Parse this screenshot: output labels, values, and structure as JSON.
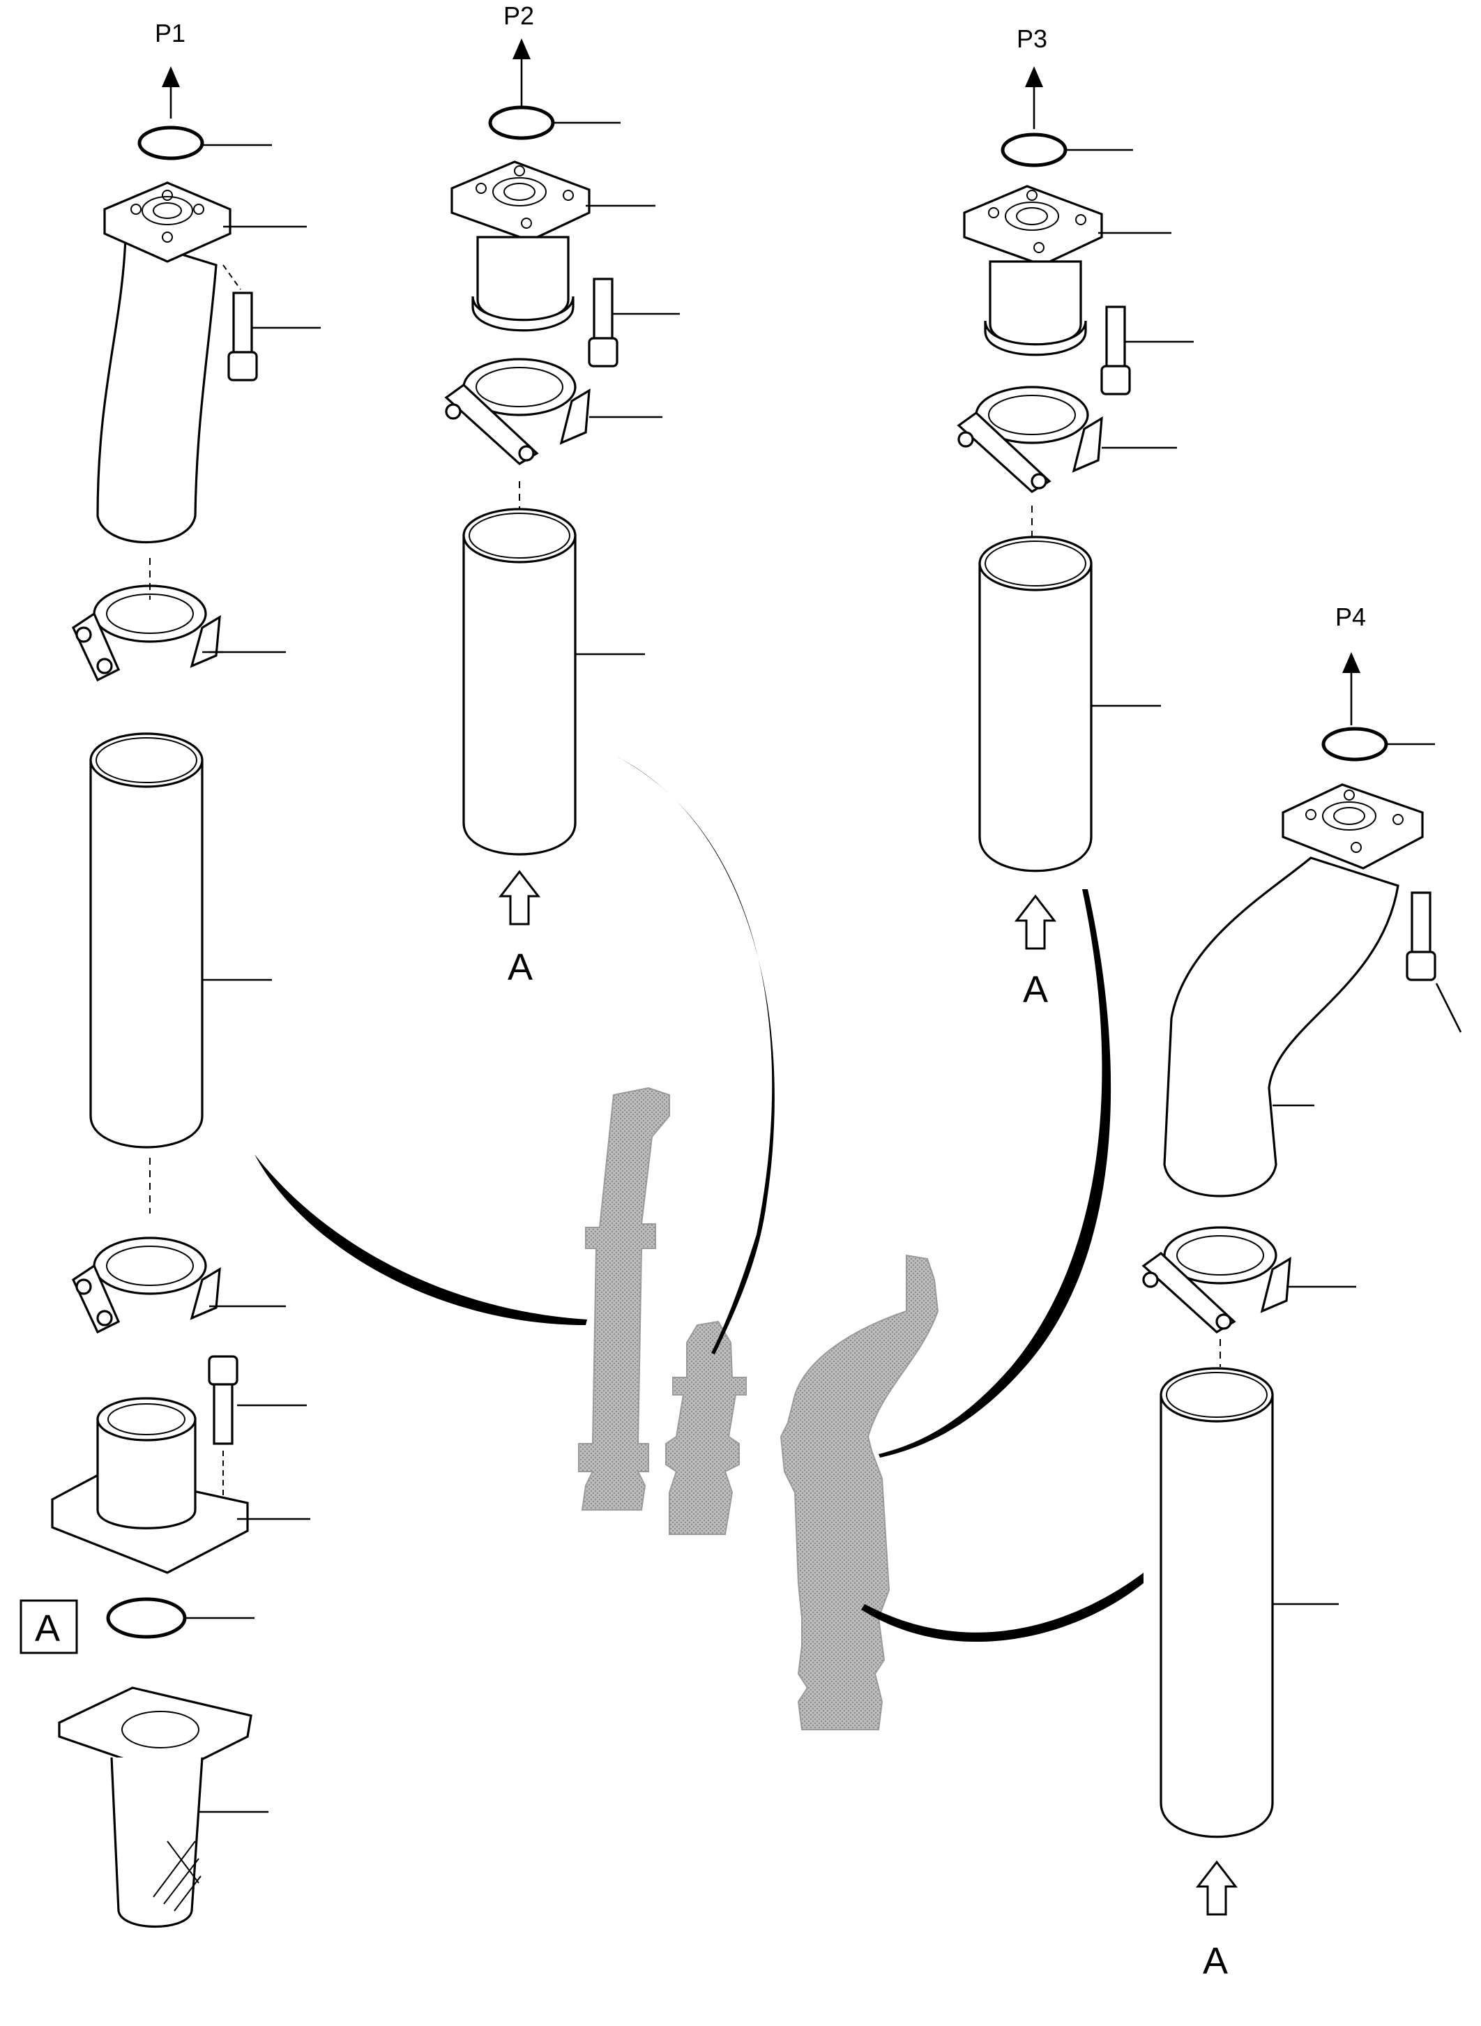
{
  "ports": [
    {
      "id": "p1",
      "label": "P1"
    },
    {
      "id": "p2",
      "label": "P2"
    },
    {
      "id": "p3",
      "label": "P3"
    },
    {
      "id": "p4",
      "label": "P4"
    }
  ],
  "view_markers": [
    {
      "id": "a1",
      "label": "A"
    },
    {
      "id": "a2",
      "label": "A"
    },
    {
      "id": "a3",
      "label": "A"
    }
  ],
  "detail_box": {
    "label": "A"
  }
}
